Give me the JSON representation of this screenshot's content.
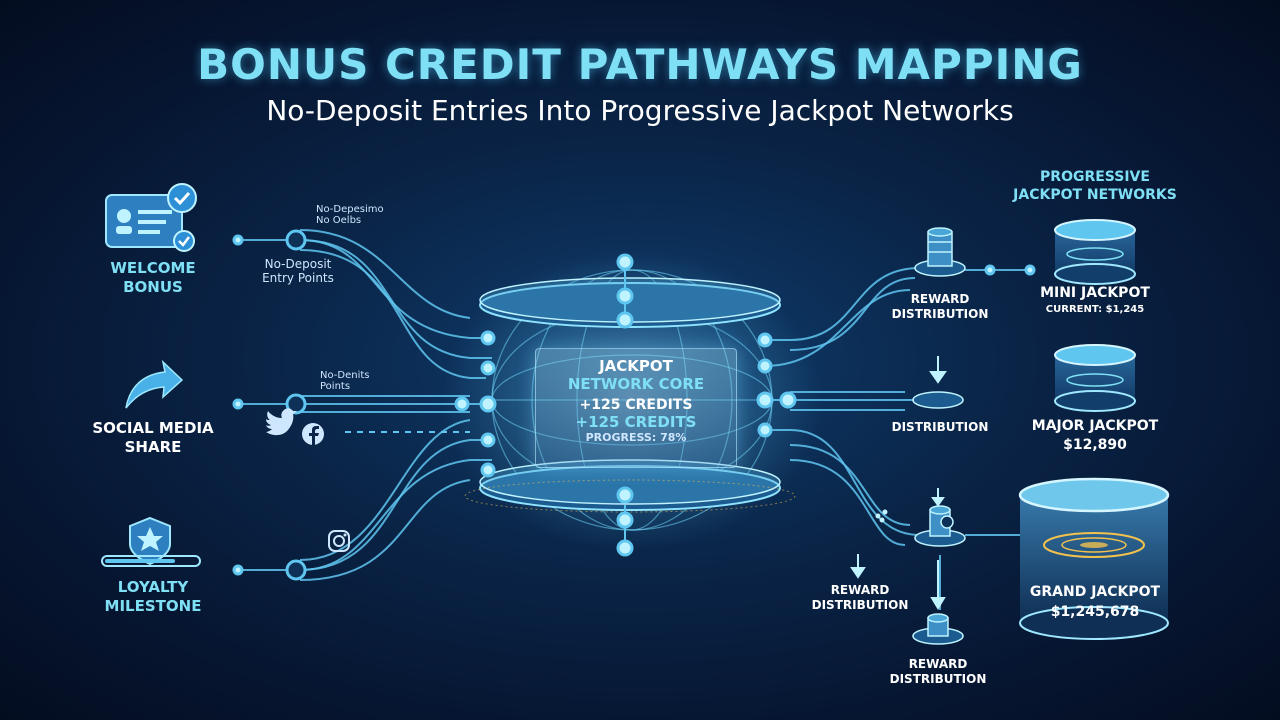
{
  "header": {
    "title": "BONUS CREDIT PATHWAYS MAPPING",
    "subtitle": "No-Deposit Entries Into Progressive Jackpot Networks"
  },
  "sources": {
    "welcome": {
      "label_line1": "WELCOME",
      "label_line2": "BONUS"
    },
    "social": {
      "label_line1": "SOCIAL MEDIA",
      "label_line2": "SHARE"
    },
    "loyalty": {
      "label_line1": "LOYALTY",
      "label_line2": "MILESTONE"
    }
  },
  "entry_labels": {
    "top_small_1": "No-Depesimo",
    "top_small_2": "No Oelbs",
    "entry_points_1": "No-Deposit",
    "entry_points_2": "Entry Points",
    "mid_small_1": "No-Denits",
    "mid_small_2": "Points"
  },
  "core": {
    "line1": "JACKPOT",
    "line2": "NETWORK CORE",
    "line3": "+125 CREDITS",
    "line4": "+125 CREDITS",
    "line5": "PROGRESS: 78%"
  },
  "distribution": {
    "d1_line1": "REWARD",
    "d1_line2": "DISTRIBUTION",
    "d2": "DISTRIBUTION",
    "d3_line1": "REWARD",
    "d3_line2": "DISTRIBUTION",
    "d4_line1": "REWARD",
    "d4_line2": "DISTRIBUTION"
  },
  "jackpots": {
    "heading_line1": "PROGRESSIVE",
    "heading_line2": "JACKPOT NETWORKS",
    "mini": {
      "name": "MINI JACKPOT",
      "value": "CURRENT: $1,245"
    },
    "major": {
      "name": "MAJOR JACKPOT",
      "value": "$12,890"
    },
    "grand": {
      "name": "GRAND JACKPOT",
      "value": "$1,245,678"
    }
  },
  "colors": {
    "accent": "#7fe0f5",
    "line": "#5fc6f0",
    "node": "#9fe8ff",
    "gold": "#f2c14e"
  },
  "icons": [
    "id-card-icon",
    "check-badge-icon",
    "share-arrow-icon",
    "twitter-icon",
    "facebook-icon",
    "instagram-icon",
    "star-badge-icon",
    "coin-stack-icon",
    "arrow-down-icon"
  ]
}
